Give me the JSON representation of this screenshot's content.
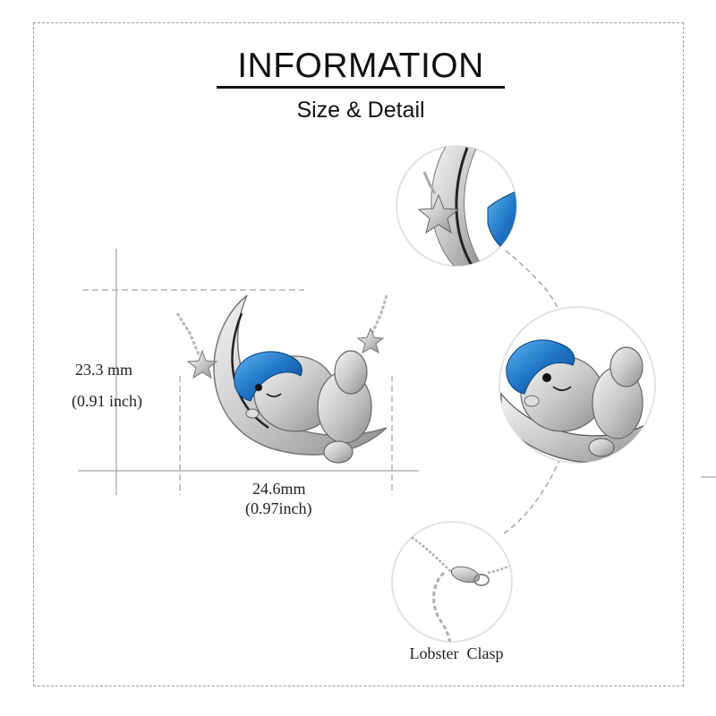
{
  "header": {
    "title": "INFORMATION",
    "subtitle": "Size & Detail"
  },
  "product": {
    "name": "sleeping bear on crescent moon pendant necklace",
    "accent_color": "#1f74c4",
    "metal_color": "#c8c8c8"
  },
  "dimensions": {
    "height_mm": "23.3 mm",
    "height_inch": "(0.91 inch)",
    "width_mm": "24.6mm",
    "width_inch": "(0.97inch)"
  },
  "detail_views": [
    {
      "name": "star-and-moon-tip closeup"
    },
    {
      "name": "sleeping-bear closeup"
    },
    {
      "name": "lobster-clasp closeup",
      "label": "Lobster  Clasp"
    }
  ],
  "colors": {
    "frame_dash": "#9a9a9a",
    "guide_line": "#a8a8a8",
    "circle_stroke": "#e2e2e2",
    "text": "#111111"
  }
}
